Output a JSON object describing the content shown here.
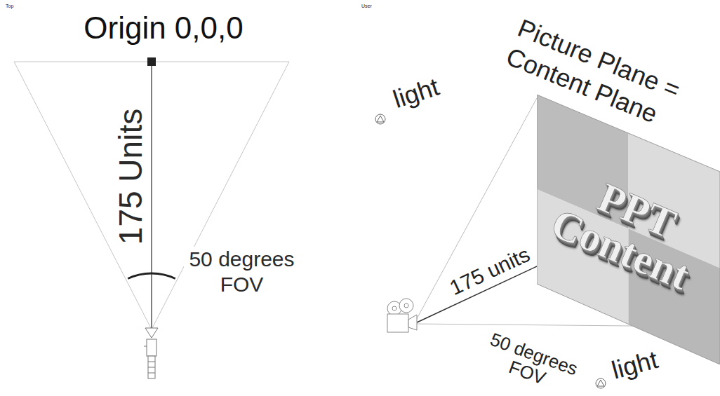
{
  "diagram": {
    "nodes": [
      {
        "text": [
          "PPT Content"
        ]
      }
    ],
    "labels": [
      "Top",
      "Origin 0,0,0",
      "175 Units",
      "50 degrees FOV",
      "User",
      "light",
      "Picture Plane = Content Plane",
      "175 units",
      "50 degrees FOV",
      "light"
    ]
  }
}
